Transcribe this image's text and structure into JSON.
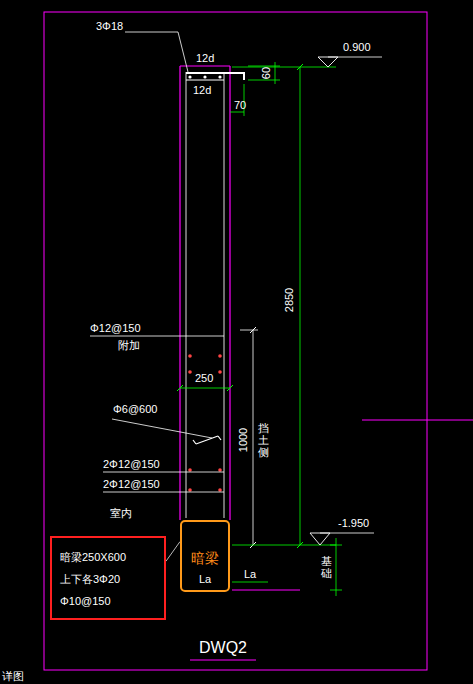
{
  "diagram": {
    "title": "DWQ2",
    "nodes": [
      {
        "text": [
          "暗梁",
          "La"
        ]
      },
      {
        "text": [
          "暗梁250X600",
          "上下各3Φ20",
          "Φ10@150"
        ]
      }
    ],
    "edges": [
      {
        "from": 1,
        "to": 0,
        "arrow": "none"
      }
    ],
    "labels": [
      "3Φ18",
      "12d",
      "12d",
      "0.900",
      "60",
      "70",
      "2850",
      "Φ12@150",
      "附加",
      "250",
      "Φ6@600",
      "1000",
      "挡土侧",
      "2Φ12@150",
      "2Φ12@150",
      "室内",
      "-1.950",
      "La",
      "基础",
      "详图"
    ]
  }
}
